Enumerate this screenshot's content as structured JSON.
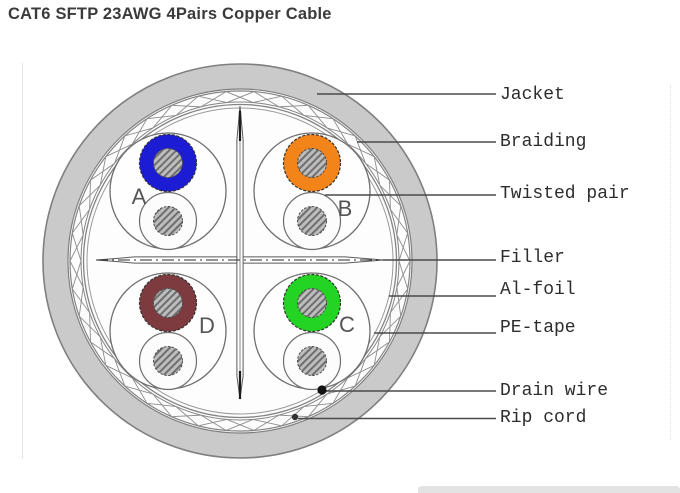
{
  "title": "CAT6 SFTP 23AWG 4Pairs Copper Cable",
  "legend": {
    "items": [
      {
        "key": "jacket",
        "label": "Jacket"
      },
      {
        "key": "braiding",
        "label": "Braiding"
      },
      {
        "key": "twisted-pair",
        "label": "Twisted pair"
      },
      {
        "key": "filler",
        "label": "Filler"
      },
      {
        "key": "al-foil",
        "label": "Al-foil"
      },
      {
        "key": "pe-tape",
        "label": "PE-tape"
      },
      {
        "key": "drain-wire",
        "label": "Drain wire"
      },
      {
        "key": "rip-cord",
        "label": "Rip cord"
      }
    ]
  },
  "pairs": [
    {
      "letter": "A",
      "wire_color": "#1c1cd4"
    },
    {
      "letter": "B",
      "wire_color": "#f2841a"
    },
    {
      "letter": "C",
      "wire_color": "#23d423"
    },
    {
      "letter": "D",
      "wire_color": "#7d3b40"
    }
  ],
  "colors": {
    "title_text": "#3b3b3b",
    "label_text": "#2d2d2d",
    "jacket_fill": "#cacaca",
    "jacket_edge": "#7f7f7f",
    "inner_fill": "#fdfdfd",
    "ring_line": "#848484",
    "braid_hatch": "#8c8c8c",
    "leader_line": "#4a4a4a",
    "filler_line": "#5a5a5a",
    "filler_dark_tip": "#1c1c1c",
    "conductor_fill": "#bdbdbd",
    "conductor_hatch": "#6e6e6e",
    "wire_outline": "#333333",
    "pair_letter": "#555555",
    "drain_dot": "#111111",
    "rip_dot": "#333333"
  }
}
